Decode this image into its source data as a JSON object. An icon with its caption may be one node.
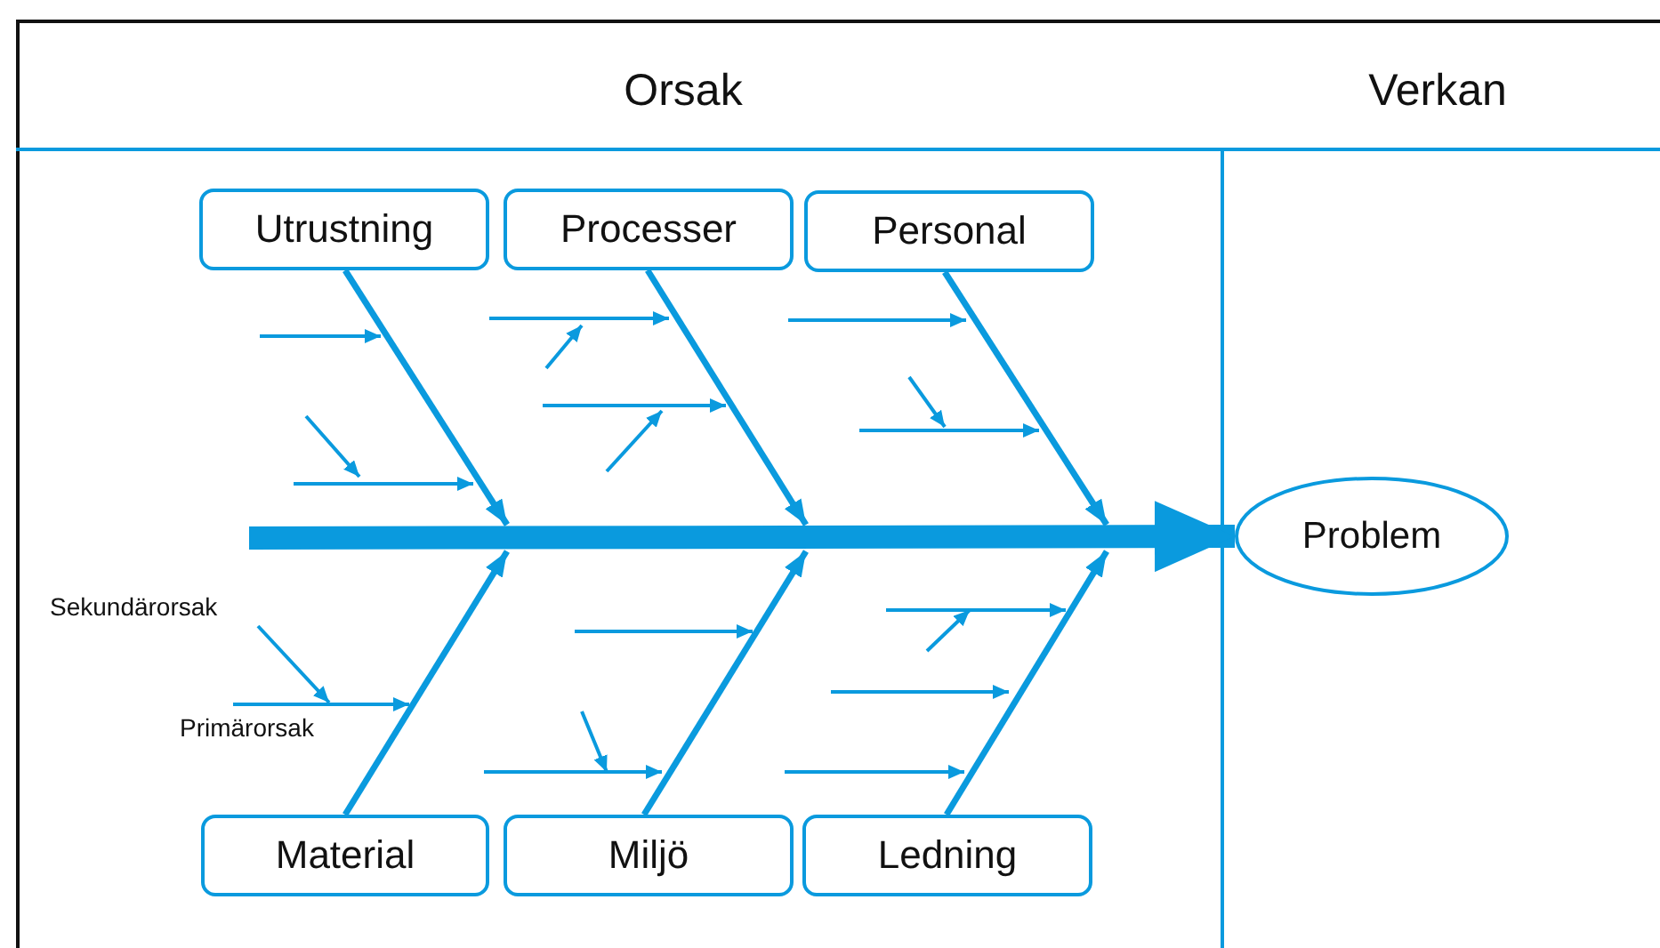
{
  "diagram": {
    "nodes": [
      {
        "text": [
          "Utrustning"
        ]
      },
      {
        "text": [
          "Processer"
        ]
      },
      {
        "text": [
          "Personal"
        ]
      },
      {
        "text": [
          "Problem"
        ]
      },
      {
        "text": [
          "Material"
        ]
      },
      {
        "text": [
          "Miljö"
        ]
      },
      {
        "text": [
          "Ledning"
        ]
      }
    ],
    "edges": [
      {
        "from": null,
        "to": 3,
        "arrow": "to",
        "style": "thick"
      },
      {
        "from": 0,
        "to": null,
        "arrow": "to"
      },
      {
        "from": 1,
        "to": null,
        "arrow": "to"
      },
      {
        "from": 2,
        "to": null,
        "arrow": "to"
      },
      {
        "from": 4,
        "to": null,
        "arrow": "to"
      },
      {
        "from": 5,
        "to": null,
        "arrow": "to"
      },
      {
        "from": 6,
        "to": null,
        "arrow": "to"
      }
    ],
    "labels": [
      "Orsak",
      "Verkan",
      "Sekundärorsak",
      "Primärorsak"
    ]
  }
}
